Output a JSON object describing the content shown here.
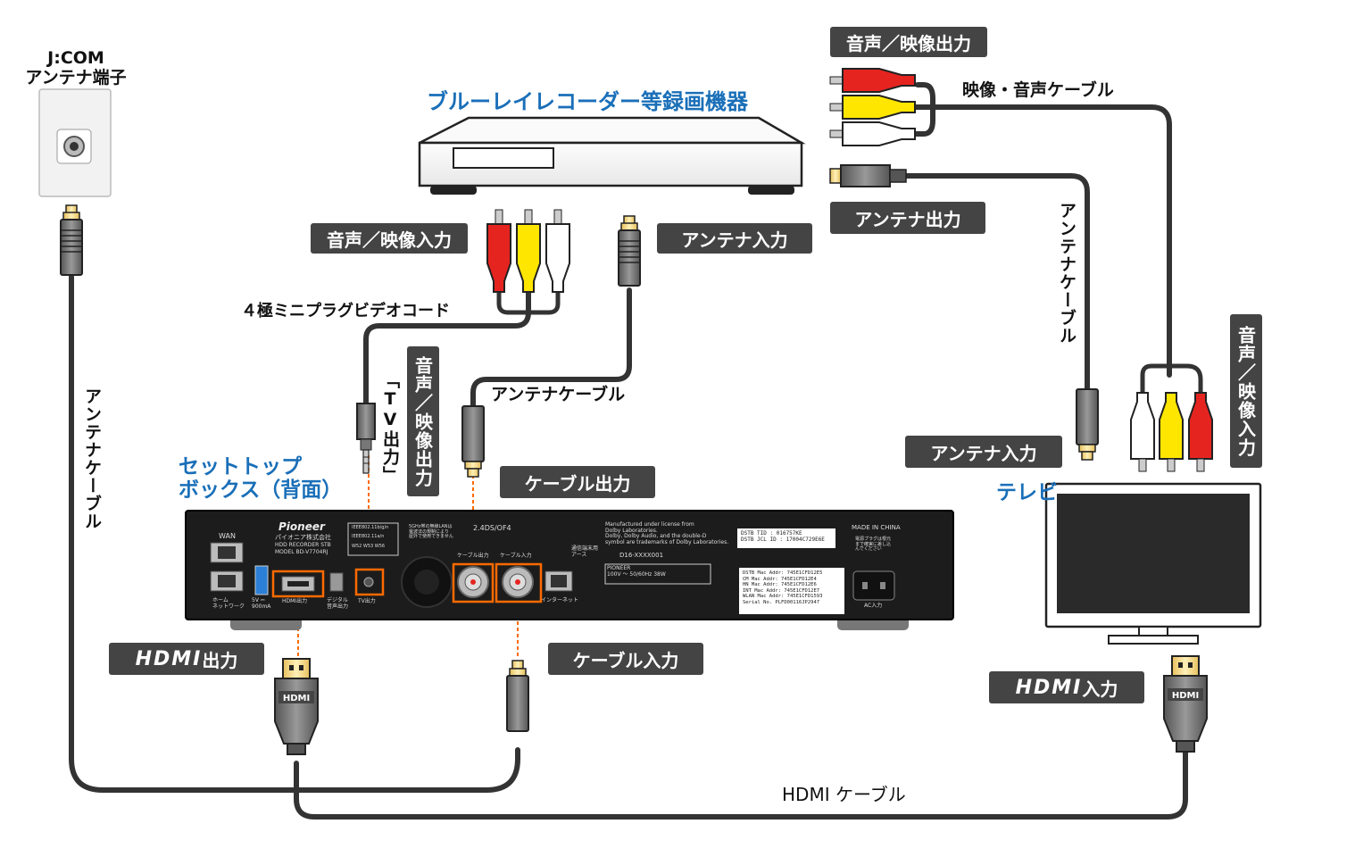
{
  "labels": {
    "jcom_terminal": "J:COM\nアンテナ端子",
    "recorder_title": "ブルーレイレコーダー等録画機器",
    "av_output_top": "音声／映像出力",
    "av_cable": "映像・音声ケーブル",
    "antenna_out": "アンテナ出力",
    "av_input_left": "音声／映像入力",
    "antenna_in_rec": "アンテナ入力",
    "mini_plug_cord": "４極ミニプラグビデオコード",
    "antenna_cable_mid": "アンテナケーブル",
    "tv_out_vertical": "「TV出力」",
    "av_io_vertical": "音声／映像出力",
    "cable_out": "ケーブル出力",
    "stb_title": "セットトップ\nボックス（背面）",
    "antenna_cable_left": "アンテナケーブル",
    "antenna_cable_right": "アンテナケーブル",
    "av_input_tv": "音声／映像入力",
    "tv_antenna_in": "アンテナ入力",
    "tv_title": "テレビ",
    "hdmi_out": "出力",
    "hdmi_in": "入力",
    "hdmi_logo": "HDMI",
    "cable_in": "ケーブル入力",
    "hdmi_cable": "HDMI ケーブル"
  },
  "stb_panel": {
    "brand": "Pioneer",
    "maker": "パイオニア株式会社",
    "model_line1": "HDD RECORDER STB",
    "model_line2": "MODEL BD-V7704RJ",
    "wan": "WAN",
    "home_network": "ホーム\nネットワーク",
    "usb": "5V ⎓\n900mA",
    "hdmi_port": "HDMI出力",
    "digital_audio": "デジタル\n音声出力",
    "tv_out": "TV出力",
    "cable_out_port": "ケーブル出力",
    "cable_in_port": "ケーブル入力",
    "internet": "インターネット",
    "standard": "2.4DS/OF4",
    "comm_ground": "通信端末用\nアース",
    "dolby": "Manufactured under license from\nDolby Laboratories.\nDolby, Dolby Audio, and the double-D\nsymbol are trademarks of Dolby Laboratories.",
    "cert": "D16-XXXX001",
    "power": "PIONEER\n100V ～ 50/60Hz 38W",
    "made_in": "MADE IN CHINA",
    "ac_in": "AC入力",
    "dstb_tid": "DSTB TID : 016757KE\nDSTB JCL ID : 17004C729E6E",
    "mac_table": "DSTB Mac Addr: 745E1CFD12E5\nCM Mac Addr:  745E1CFD12E4\nHN Mac Addr:  745E1CFD12E6\nINT Mac Addr: 745E1CFD12E7\nWLAN Mac Addr: 745E1CFD1593\nSerial No.    PLFD00116JP2947",
    "wlan_info": "5GHz帯の無線LANは\n電波法の規制により\n屋外で使用できません",
    "ieee1": "IEEE802.11b/g/n",
    "ieee2": "IEEE802.11a/n",
    "w_codes": "W52 W53 W56",
    "plug_note": "電源プラグは根元\nまで確実に差し込\nんでください"
  },
  "colors": {
    "label_blue": "#1a6fb8",
    "pill_bg": "#444444",
    "cable": "#333333",
    "highlight": "#ff6a00",
    "plug_red": "#e52420",
    "plug_yellow": "#ffe600",
    "plug_white": "#ffffff",
    "gold": "#f3d27a"
  }
}
